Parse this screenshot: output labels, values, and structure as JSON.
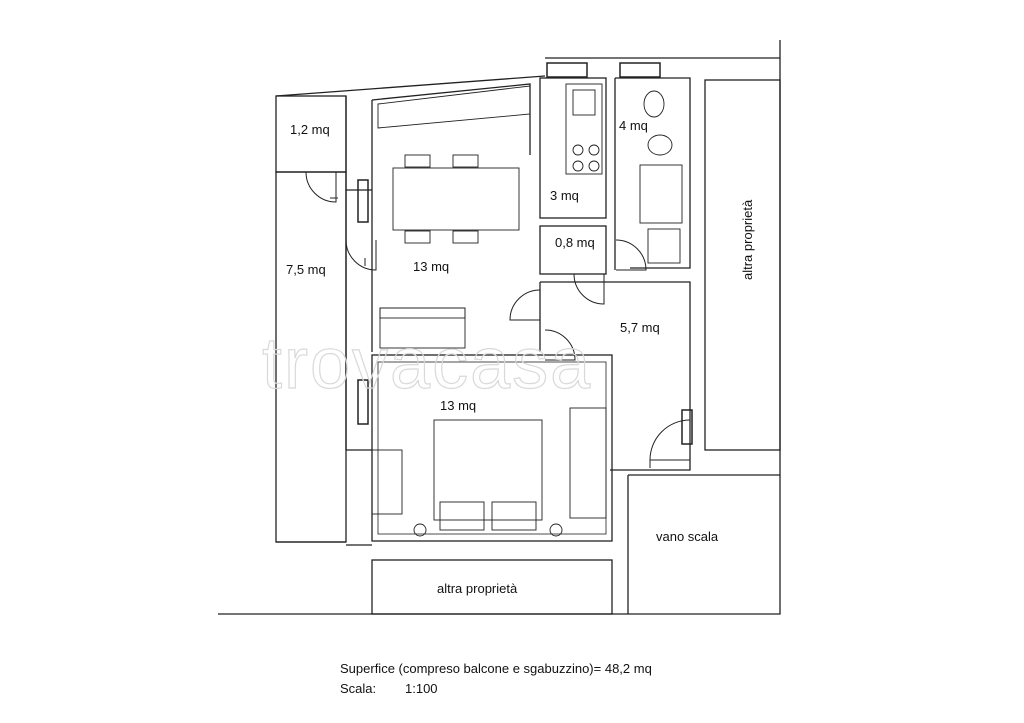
{
  "rooms": {
    "small_balcony": "1,2 mq",
    "balcony": "7,5 mq",
    "living": "13 mq",
    "kitchen": "3 mq",
    "closet": "0,8 mq",
    "bathroom": "4 mq",
    "hallway": "5,7 mq",
    "bedroom": "13 mq"
  },
  "neighbors": {
    "right": "altra proprietà",
    "bottom": "altra proprietà",
    "stairs": "vano scala"
  },
  "watermark": "trovacasa",
  "footer": {
    "surface": "Superfice (compreso balcone e sgabuzzino)= 48,2 mq",
    "scale_label": "Scala:",
    "scale_value": "1:100"
  }
}
